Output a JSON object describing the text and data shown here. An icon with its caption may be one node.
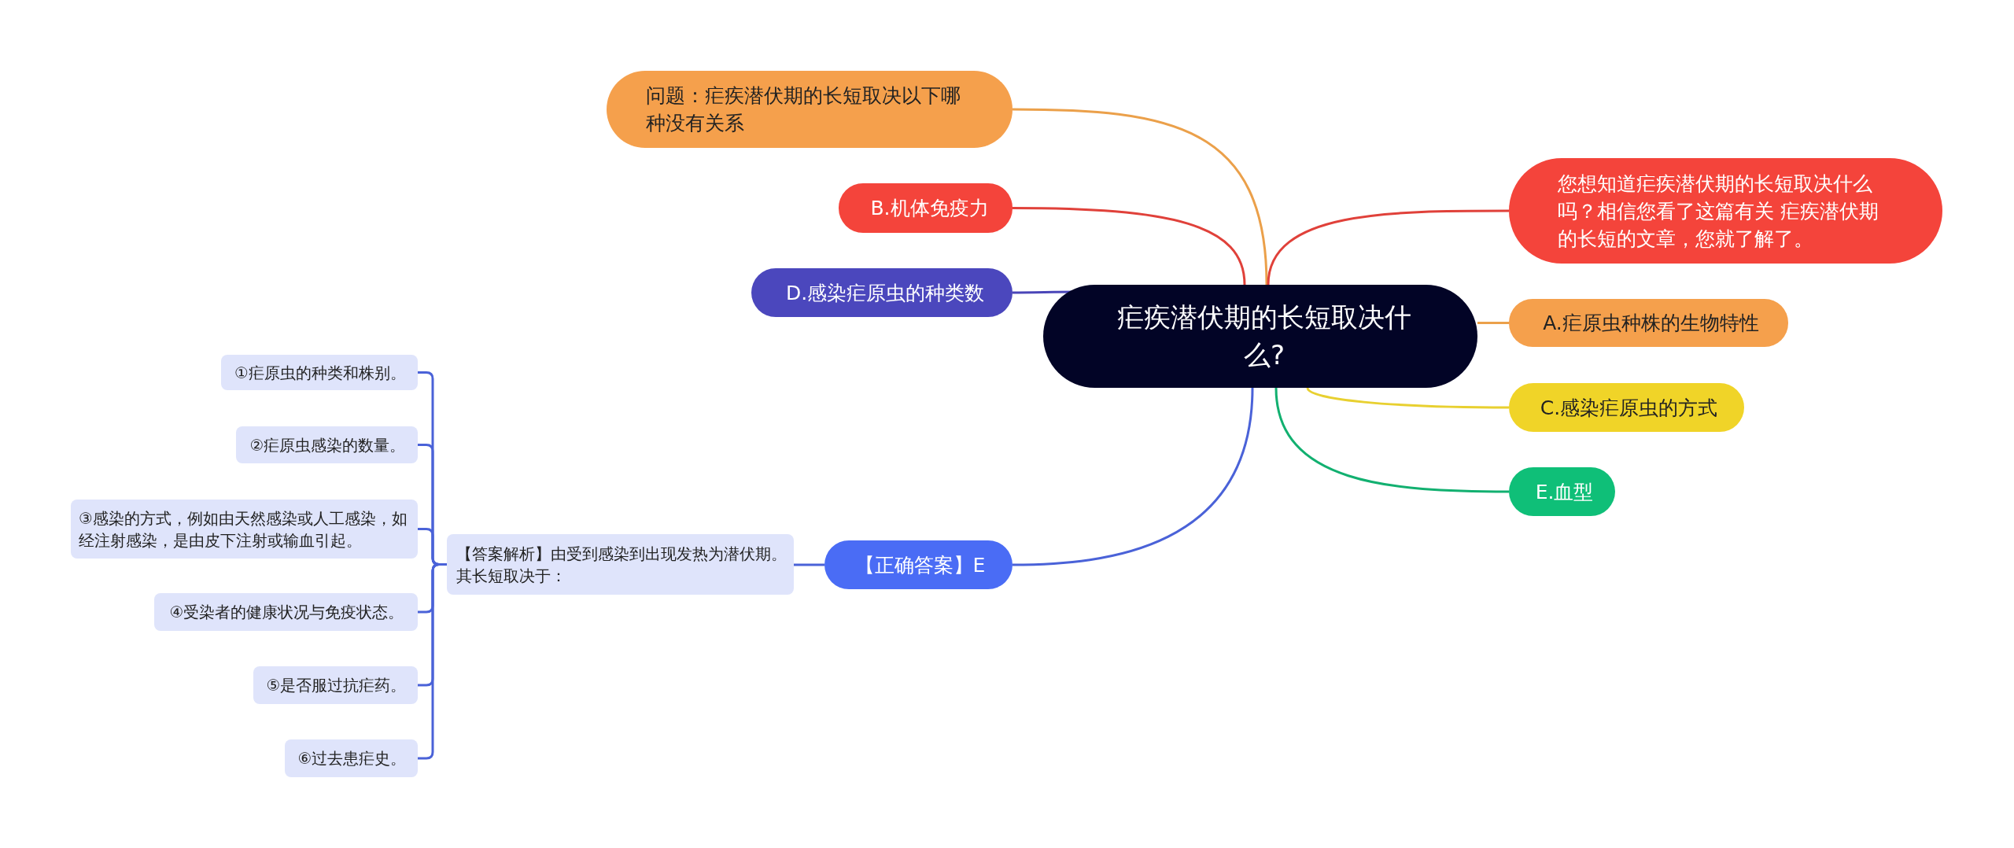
{
  "diagram": {
    "nodes": [
      {
        "text": [
          "疟疾潜伏期的长短取决什么?"
        ]
      },
      {
        "text": [
          "问题：疟疾潜伏期的长短取决以下哪种没有关系"
        ]
      },
      {
        "text": [
          "您想知道疟疾潜伏期的长短取决什么吗？相信您看了这篇有关 疟疾潜伏期的长短的文章，您就了解了。"
        ]
      },
      {
        "text": [
          "B.机体免疫力"
        ]
      },
      {
        "text": [
          "D.感染疟原虫的种类数"
        ]
      },
      {
        "text": [
          "A.疟原虫种株的生物特性"
        ]
      },
      {
        "text": [
          "C.感染疟原虫的方式"
        ]
      },
      {
        "text": [
          "E.血型"
        ]
      },
      {
        "text": [
          "【正确答案】E"
        ]
      },
      {
        "text": [
          "【答案解析】由受到感染到出现发热为潜伏期。其长短取决于："
        ]
      },
      {
        "text": [
          "①疟原虫的种类和株别。"
        ]
      },
      {
        "text": [
          "②疟原虫感染的数量。"
        ]
      },
      {
        "text": [
          "③感染的方式，例如由天然感染或人工感染，如经注射感染，是由皮下注射或输血引起。"
        ]
      },
      {
        "text": [
          "④受染者的健康状况与免疫状态。"
        ]
      },
      {
        "text": [
          "⑤是否服过抗疟药。"
        ]
      },
      {
        "text": [
          "⑥过去患疟史。"
        ]
      }
    ],
    "edges": [
      {
        "from": 0,
        "to": 1,
        "arrow": "none",
        "color": "#eba04a"
      },
      {
        "from": 0,
        "to": 2,
        "arrow": "none",
        "color": "#e0413a"
      },
      {
        "from": 0,
        "to": 3,
        "arrow": "none",
        "color": "#e0413a"
      },
      {
        "from": 0,
        "to": 4,
        "arrow": "none",
        "color": "#4a46b8"
      },
      {
        "from": 0,
        "to": 5,
        "arrow": "none",
        "color": "#eba04a"
      },
      {
        "from": 0,
        "to": 6,
        "arrow": "none",
        "color": "#e8d030"
      },
      {
        "from": 0,
        "to": 7,
        "arrow": "none",
        "color": "#12b070"
      },
      {
        "from": 0,
        "to": 8,
        "arrow": "none",
        "color": "#4a62d8"
      },
      {
        "from": 8,
        "to": 9,
        "arrow": "none"
      },
      {
        "from": 9,
        "to": 10,
        "arrow": "none"
      },
      {
        "from": 9,
        "to": 11,
        "arrow": "none"
      },
      {
        "from": 9,
        "to": 12,
        "arrow": "none"
      },
      {
        "from": 9,
        "to": 13,
        "arrow": "none"
      },
      {
        "from": 9,
        "to": 14,
        "arrow": "none"
      },
      {
        "from": 9,
        "to": 15,
        "arrow": "none"
      }
    ]
  }
}
